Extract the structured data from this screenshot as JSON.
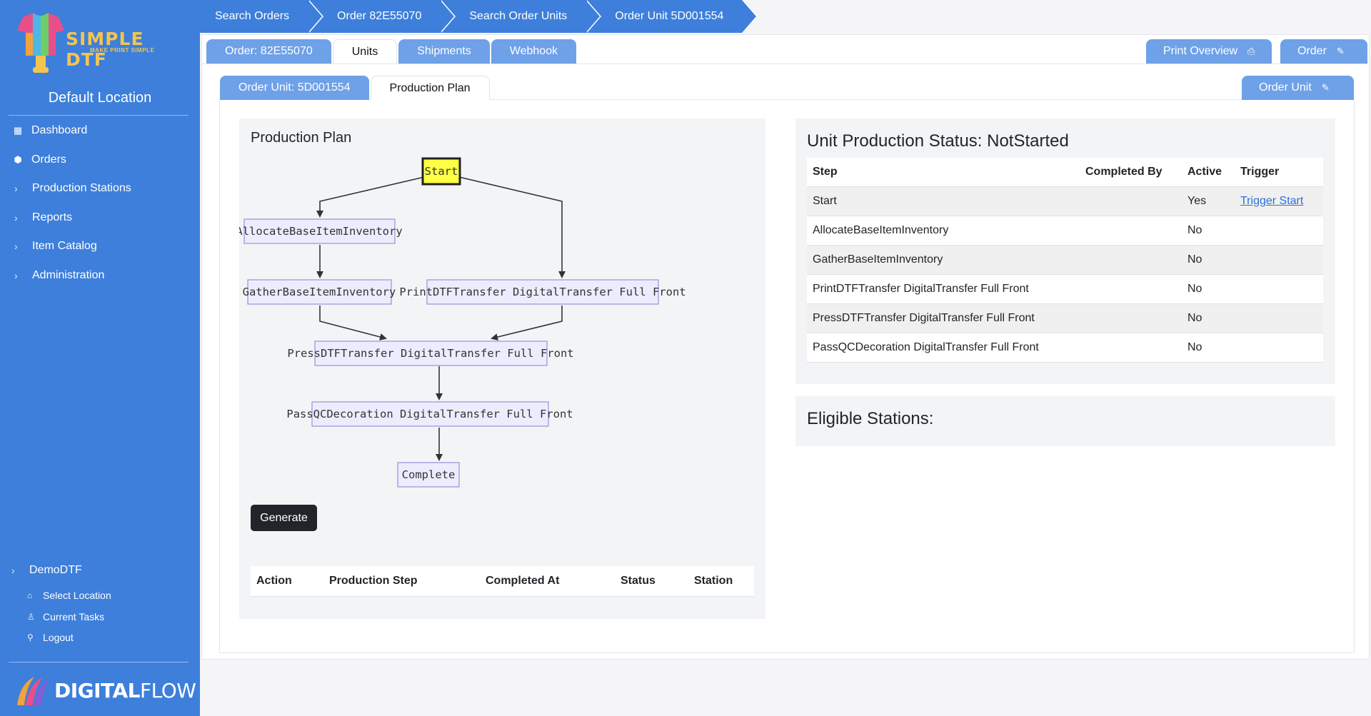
{
  "sidebar": {
    "brand": {
      "name": "SIMPLE DTF",
      "tagline": "MAKE PRINT SIMPLE"
    },
    "location_title": "Default Location",
    "nav": [
      {
        "label": "Dashboard",
        "icon": "chart-icon"
      },
      {
        "label": "Orders",
        "icon": "box-icon"
      },
      {
        "label": "Production Stations",
        "icon": "chevron-right-icon"
      },
      {
        "label": "Reports",
        "icon": "chevron-right-icon"
      },
      {
        "label": "Item Catalog",
        "icon": "chevron-right-icon"
      },
      {
        "label": "Administration",
        "icon": "chevron-right-icon"
      }
    ],
    "user": {
      "label": "DemoDTF",
      "items": [
        {
          "label": "Select Location",
          "icon": "home-icon"
        },
        {
          "label": "Current Tasks",
          "icon": "person-icon"
        },
        {
          "label": "Logout",
          "icon": "logout-icon"
        }
      ]
    },
    "footer_brand": {
      "bold": "DIGITAL",
      "light": "FLOW"
    }
  },
  "breadcrumb": [
    "Search Orders",
    "Order 82E55070",
    "Search Order Units",
    "Order Unit 5D001554"
  ],
  "order_tabs": [
    {
      "label": "Order: 82E55070",
      "active": false
    },
    {
      "label": "Units",
      "active": true
    },
    {
      "label": "Shipments",
      "active": false
    },
    {
      "label": "Webhook",
      "active": false
    }
  ],
  "order_actions": {
    "print_overview": "Print Overview",
    "order": "Order"
  },
  "unit_tabs": [
    {
      "label": "Order Unit: 5D001554",
      "active": false
    },
    {
      "label": "Production Plan",
      "active": true
    }
  ],
  "unit_action": "Order Unit",
  "production_plan": {
    "title": "Production Plan",
    "nodes": {
      "start": "Start",
      "allocate": "AllocateBaseItemInventory",
      "gather": "GatherBaseItemInventory",
      "print": "PrintDTFTransfer DigitalTransfer Full Front",
      "press": "PressDTFTransfer DigitalTransfer Full Front",
      "passqc": "PassQCDecoration DigitalTransfer Full Front",
      "complete": "Complete"
    },
    "generate_label": "Generate",
    "history_columns": [
      "Action",
      "Production Step",
      "Completed At",
      "Status",
      "Station"
    ]
  },
  "unit_status": {
    "title": "Unit Production Status: NotStarted",
    "columns": [
      "Step",
      "Completed By",
      "Active",
      "Trigger"
    ],
    "rows": [
      {
        "step": "Start",
        "completed_by": "",
        "active": "Yes",
        "trigger": "Trigger Start"
      },
      {
        "step": "AllocateBaseItemInventory",
        "completed_by": "",
        "active": "No",
        "trigger": ""
      },
      {
        "step": "GatherBaseItemInventory",
        "completed_by": "",
        "active": "No",
        "trigger": ""
      },
      {
        "step": "PrintDTFTransfer DigitalTransfer Full Front",
        "completed_by": "",
        "active": "No",
        "trigger": ""
      },
      {
        "step": "PressDTFTransfer DigitalTransfer Full Front",
        "completed_by": "",
        "active": "No",
        "trigger": ""
      },
      {
        "step": "PassQCDecoration DigitalTransfer Full Front",
        "completed_by": "",
        "active": "No",
        "trigger": ""
      }
    ]
  },
  "eligible_stations": {
    "title": "Eligible Stations:"
  },
  "colors": {
    "sidebar": "#3d7fdb",
    "tab_inactive": "#6ea1e8",
    "brand_gold": "#f3c44f",
    "start_node": "#ffff44",
    "node_fill": "#ececff",
    "node_border": "#9b8fd8"
  }
}
